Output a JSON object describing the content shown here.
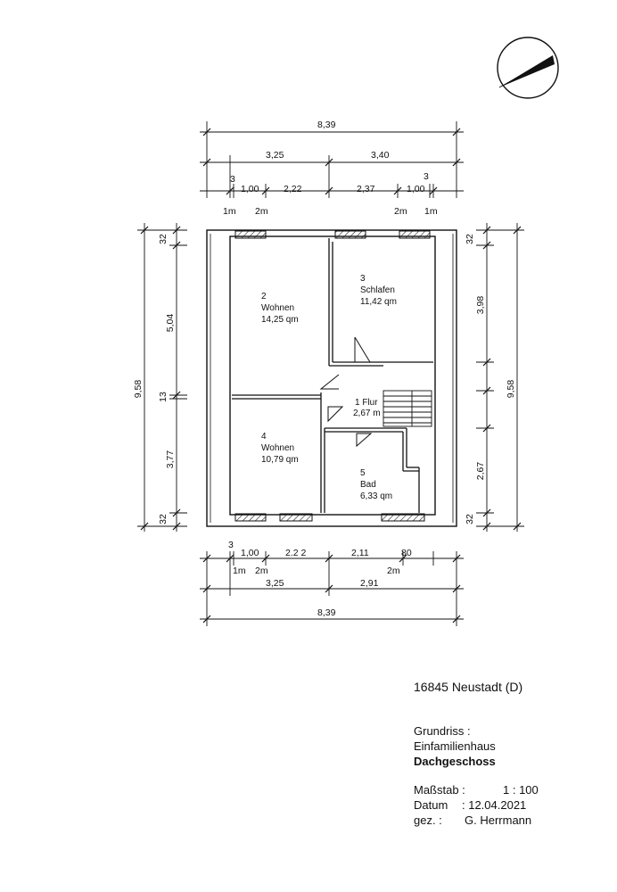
{
  "rooms": [
    {
      "no": "2",
      "name": "Wohnen",
      "area": "14,25 qm"
    },
    {
      "no": "3",
      "name": "Schlafen",
      "area": "11,42 qm"
    },
    {
      "no": "1",
      "name": "Flur",
      "area": "2,67 m"
    },
    {
      "no": "4",
      "name": "Wohnen",
      "area": "10,79 qm"
    },
    {
      "no": "5",
      "name": "Bad",
      "area": "6,33 qm"
    }
  ],
  "dims": {
    "top": {
      "total": "8,39",
      "segments": [
        "3,25",
        "3,40"
      ],
      "details": [
        "3",
        "1,00",
        "2,22",
        "2,37",
        "1,00",
        "3"
      ],
      "heights": [
        "1m",
        "2m",
        "2m",
        "1m"
      ]
    },
    "bottom": {
      "details": [
        "3",
        "1,00",
        "2.2 2",
        "2,11",
        "80"
      ],
      "heights": [
        "1m",
        "2m",
        "2m"
      ],
      "segments": [
        "3,25",
        "2,91"
      ],
      "total": "8,39"
    },
    "left": {
      "total": "9,58",
      "segments": [
        "32",
        "5,04",
        "13",
        "3,77",
        "32"
      ]
    },
    "right": {
      "total": "9,58",
      "segments": [
        "32",
        "3,98",
        "2,67",
        "32"
      ]
    }
  },
  "title_block": {
    "address": "16845 Neustadt (D)",
    "line1": "Grundriss :",
    "line2": "Einfamilienhaus",
    "line3": "Dachgeschoss",
    "scale_label": "Maßstab :",
    "scale_value": "1 : 100",
    "date_label": "Datum",
    "date_value": ":  12.04.2021",
    "author_label": "gez. :",
    "author_value": "G. Herrmann"
  },
  "north_icon": "compass-needle-icon"
}
